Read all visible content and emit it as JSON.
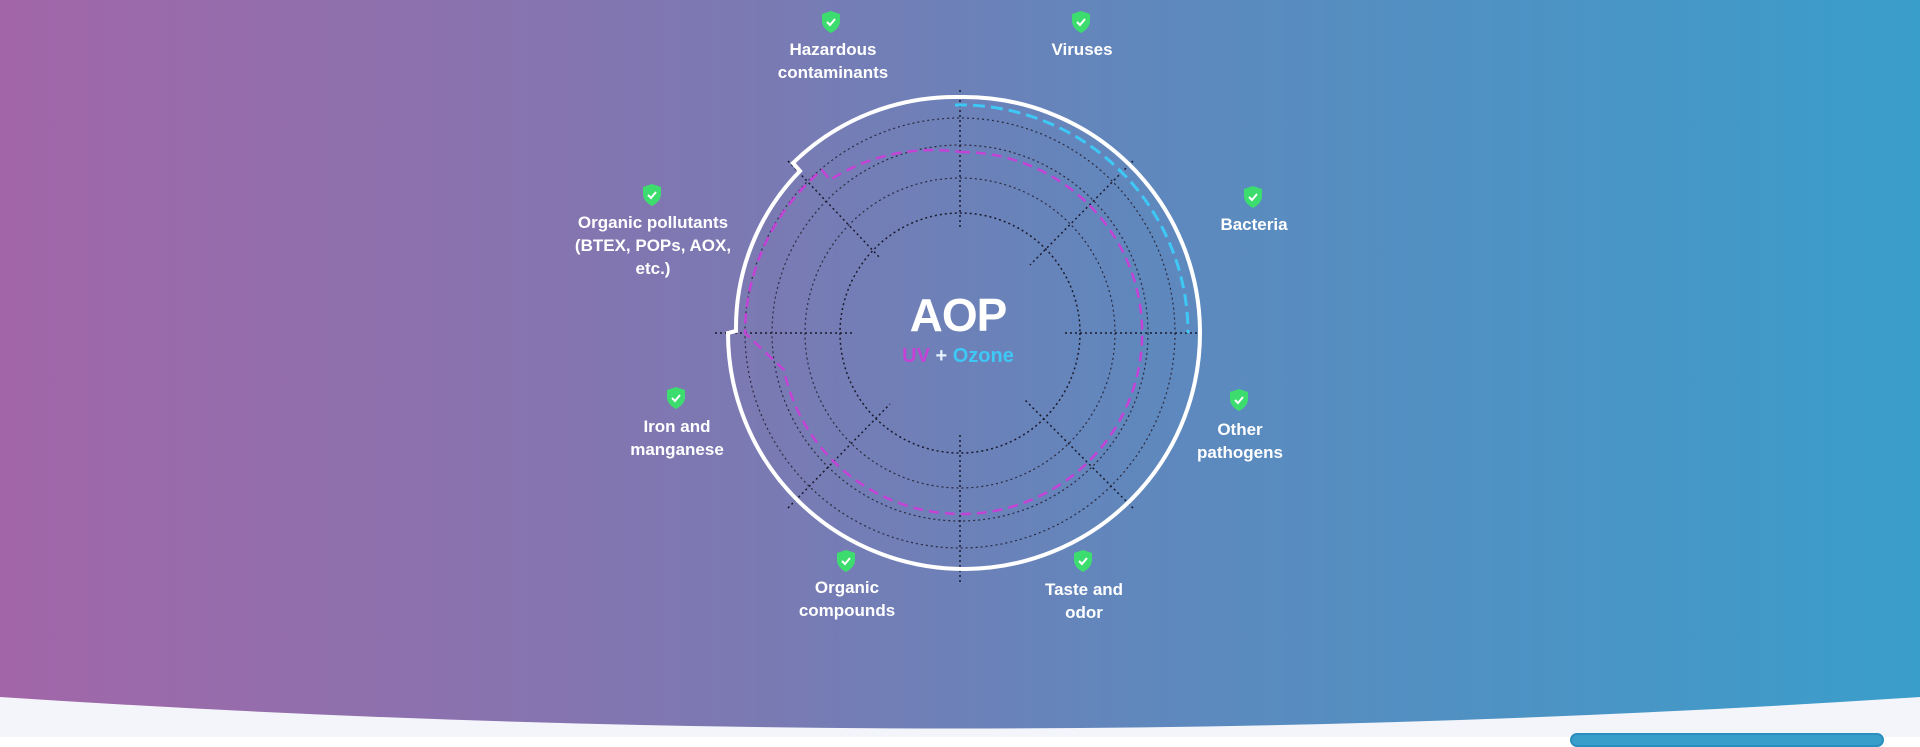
{
  "center": {
    "title": "AOP",
    "uv": "UV",
    "plus": " + ",
    "ozone": "Ozone"
  },
  "labels": [
    {
      "line1": "Hazardous",
      "line2": "contaminants",
      "icon": "shield-check-icon"
    },
    {
      "line1": "Viruses",
      "line2": "",
      "icon": "shield-check-icon"
    },
    {
      "line1": "Bacteria",
      "line2": "",
      "icon": "shield-check-icon"
    },
    {
      "line1": "Other",
      "line2": "pathogens",
      "icon": "shield-check-icon"
    },
    {
      "line1": "Taste and",
      "line2": "odor",
      "icon": "shield-check-icon"
    },
    {
      "line1": "Organic",
      "line2": "compounds",
      "icon": "shield-check-icon"
    },
    {
      "line1": "Iron and",
      "line2": "manganese",
      "icon": "shield-check-icon"
    },
    {
      "line1": "Organic pollutants",
      "line2": "(BTEX, POPs, AOX,",
      "line3": "etc.)",
      "icon": "shield-check-icon"
    }
  ],
  "colors": {
    "gradient_left": "#a266a8",
    "gradient_right": "#3a9ecb",
    "uv": "#c542d6",
    "ozone": "#3ec8f5",
    "shield": "#3ddc6e",
    "outline": "#ffffff"
  }
}
